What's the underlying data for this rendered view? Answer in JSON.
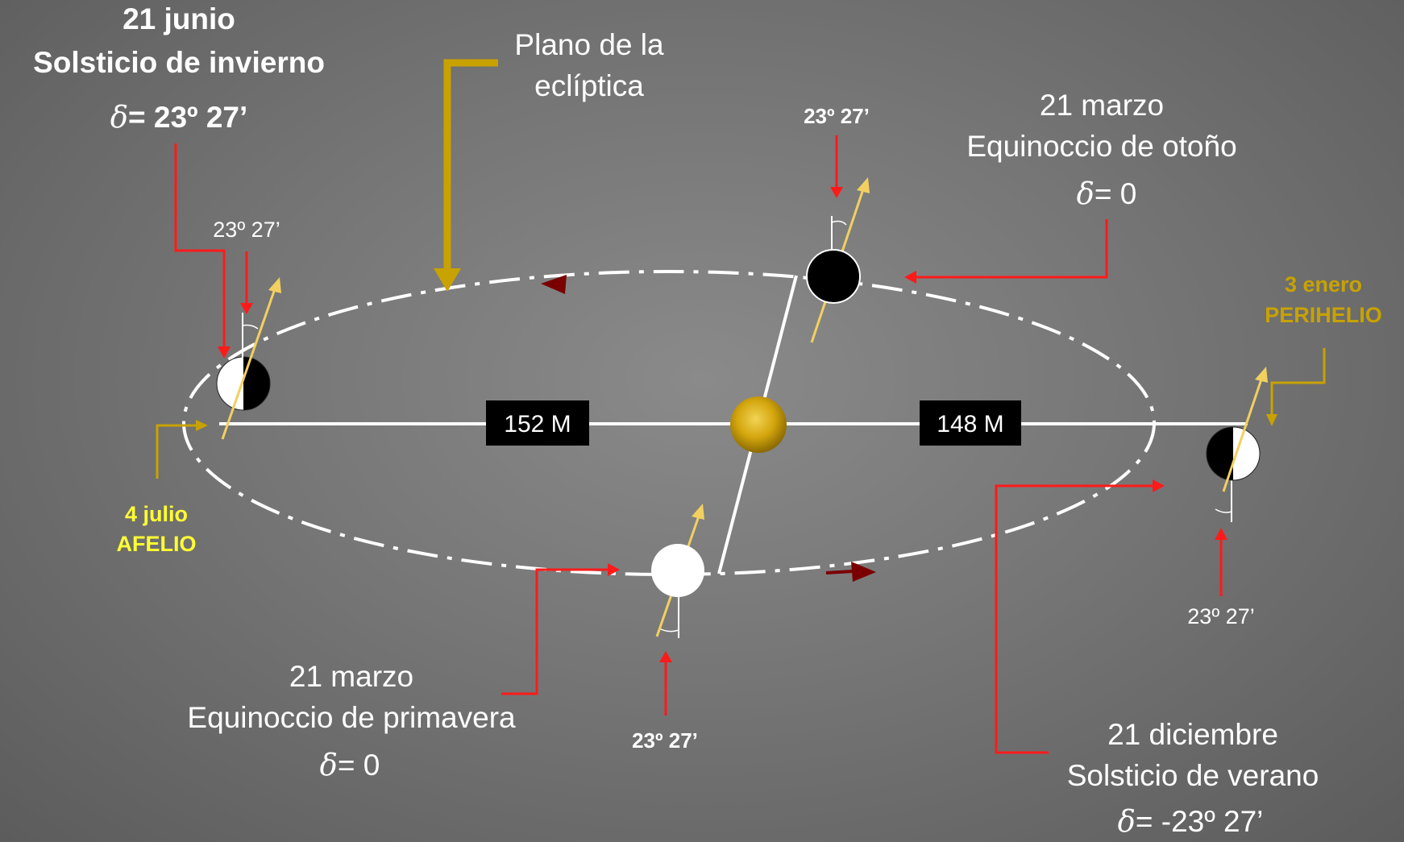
{
  "plano": {
    "line1": "Plano de la",
    "line2": "eclíptica"
  },
  "solsticio_invierno": {
    "date": "21 junio",
    "name": "Solsticio de invierno",
    "delta_symbol": "δ",
    "delta_value": "= 23º 27’"
  },
  "equinoccio_otono": {
    "date": "21 marzo",
    "name": "Equinoccio de otoño",
    "delta_symbol": "δ",
    "delta_value": "= 0"
  },
  "equinoccio_primavera": {
    "date": "21 marzo",
    "name": "Equinoccio de primavera",
    "delta_symbol": "δ",
    "delta_value": "= 0"
  },
  "solsticio_verano": {
    "date": "21 diciembre",
    "name": "Solsticio de verano",
    "delta_symbol": "δ",
    "delta_value": "= -23º 27’"
  },
  "perihelio": {
    "date": "3 enero",
    "name": "PERIHELIO"
  },
  "afelio": {
    "date": "4 julio",
    "name": "AFELIO"
  },
  "distances": {
    "afelio": "152 M",
    "perihelio": "148 M"
  },
  "tilt_labels": {
    "top": "23º 27’",
    "left": "23º 27’",
    "bottom": "23º 27’",
    "right": "23º 27’"
  },
  "colors": {
    "arrow_red": "#ff1a1a",
    "gold": "#c8a200",
    "axis_yellow": "#f2d060",
    "orbit_arrow": "#7a0000",
    "label_yellow": "#ffff33"
  }
}
